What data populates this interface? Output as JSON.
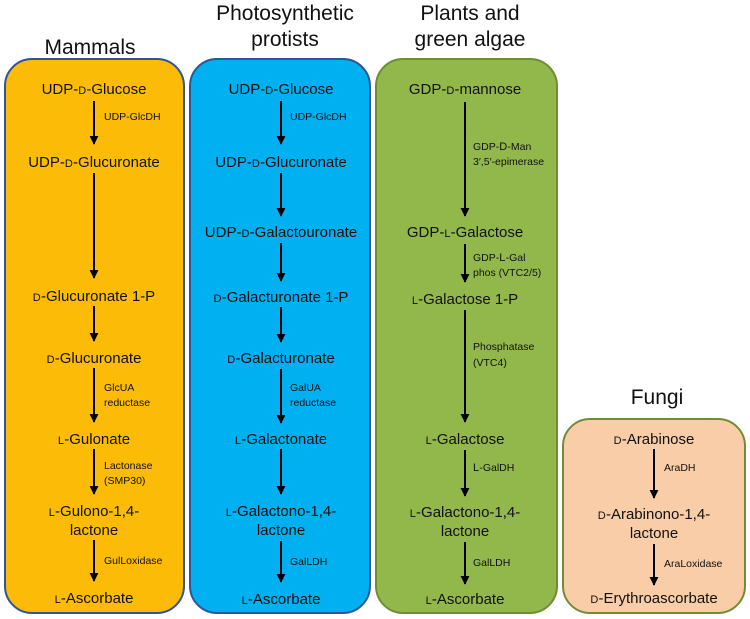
{
  "colors": {
    "mammals": "#fbbb06",
    "protists": "#00b0f0",
    "plants": "#92b84b",
    "fungi": "#f9cda8",
    "border": "#2f5597",
    "border_green": "#6f8d35",
    "arrow": "#000000"
  },
  "headers": {
    "mammals": "Mammals",
    "protists_line1": "Photosynthetic",
    "protists_line2": "protists",
    "plants_line1": "Plants and",
    "plants_line2": "green algae",
    "fungi": "Fungi"
  },
  "mammals": {
    "n1": {
      "p": "UDP-",
      "sc": "d",
      "r": "-Glucose"
    },
    "e1": "UDP-GlcDH",
    "n2": {
      "p": "UDP-",
      "sc": "d",
      "r": "-Glucuronate"
    },
    "n3": {
      "p": "",
      "sc": "d",
      "r": "-Glucuronate 1-P"
    },
    "n4": {
      "p": "",
      "sc": "d",
      "r": "-Glucuronate"
    },
    "e4a": "GlcUA",
    "e4b": "reductase",
    "n5": {
      "p": "",
      "sc": "l",
      "r": "-Gulonate"
    },
    "e5a": "Lactonase",
    "e5b": "(SMP30)",
    "n6a": {
      "p": "",
      "sc": "l",
      "r": "-Gulono-1,4-"
    },
    "n6b": "lactone",
    "e6": "GulLoxidase",
    "n7": {
      "p": "",
      "sc": "l",
      "r": "-Ascorbate"
    }
  },
  "protists": {
    "n1": {
      "p": "UDP-",
      "sc": "d",
      "r": "-Glucose"
    },
    "e1": "UDP-GlcDH",
    "n2": {
      "p": "UDP-",
      "sc": "d",
      "r": "-Glucuronate"
    },
    "n3": {
      "p": "UDP-",
      "sc": "d",
      "r": "-Galactouronate"
    },
    "n4": {
      "p": "",
      "sc": "d",
      "r": "-Galacturonate 1-P"
    },
    "n5": {
      "p": "",
      "sc": "d",
      "r": "-Galacturonate"
    },
    "e5a": "GalUA",
    "e5b": "reductase",
    "n6": {
      "p": "",
      "sc": "l",
      "r": "-Galactonate"
    },
    "n7a": {
      "p": "",
      "sc": "l",
      "r": "-Galactono-1,4-"
    },
    "n7b": "lactone",
    "e7": "GalLDH",
    "n8": {
      "p": "",
      "sc": "l",
      "r": "-Ascorbate"
    }
  },
  "plants": {
    "n1": {
      "p": "GDP-",
      "sc": "d",
      "r": "-mannose"
    },
    "e1a": {
      "p": "GDP-",
      "sc": "d",
      "r": "-Man"
    },
    "e1b": "3′,5′-epimerase",
    "n2": {
      "p": "GDP-",
      "sc": "l",
      "r": "-Galactose"
    },
    "e2a": {
      "p": "GDP-",
      "sc": "l",
      "r": "-Gal"
    },
    "e2b": "phos (VTC2/5)",
    "n3": {
      "p": "",
      "sc": "l",
      "r": "-Galactose 1-P"
    },
    "e3a": "Phosphatase",
    "e3b": "(VTC4)",
    "n4": {
      "p": "",
      "sc": "l",
      "r": "-Galactose"
    },
    "e4": {
      "p": "",
      "sc": "l",
      "r": "-GalDH"
    },
    "n5a": {
      "p": "",
      "sc": "l",
      "r": "-Galactono-1,4-"
    },
    "n5b": "lactone",
    "e5": "GalLDH",
    "n6": {
      "p": "",
      "sc": "l",
      "r": "-Ascorbate"
    }
  },
  "fungi": {
    "n1": {
      "p": "",
      "sc": "d",
      "r": "-Arabinose"
    },
    "e1": "AraDH",
    "n2a": {
      "p": "",
      "sc": "d",
      "r": "-Arabinono-1,4-"
    },
    "n2b": "lactone",
    "e2": "AraLoxidase",
    "n3": {
      "p": "",
      "sc": "d",
      "r": "-Erythroascorbate"
    }
  }
}
